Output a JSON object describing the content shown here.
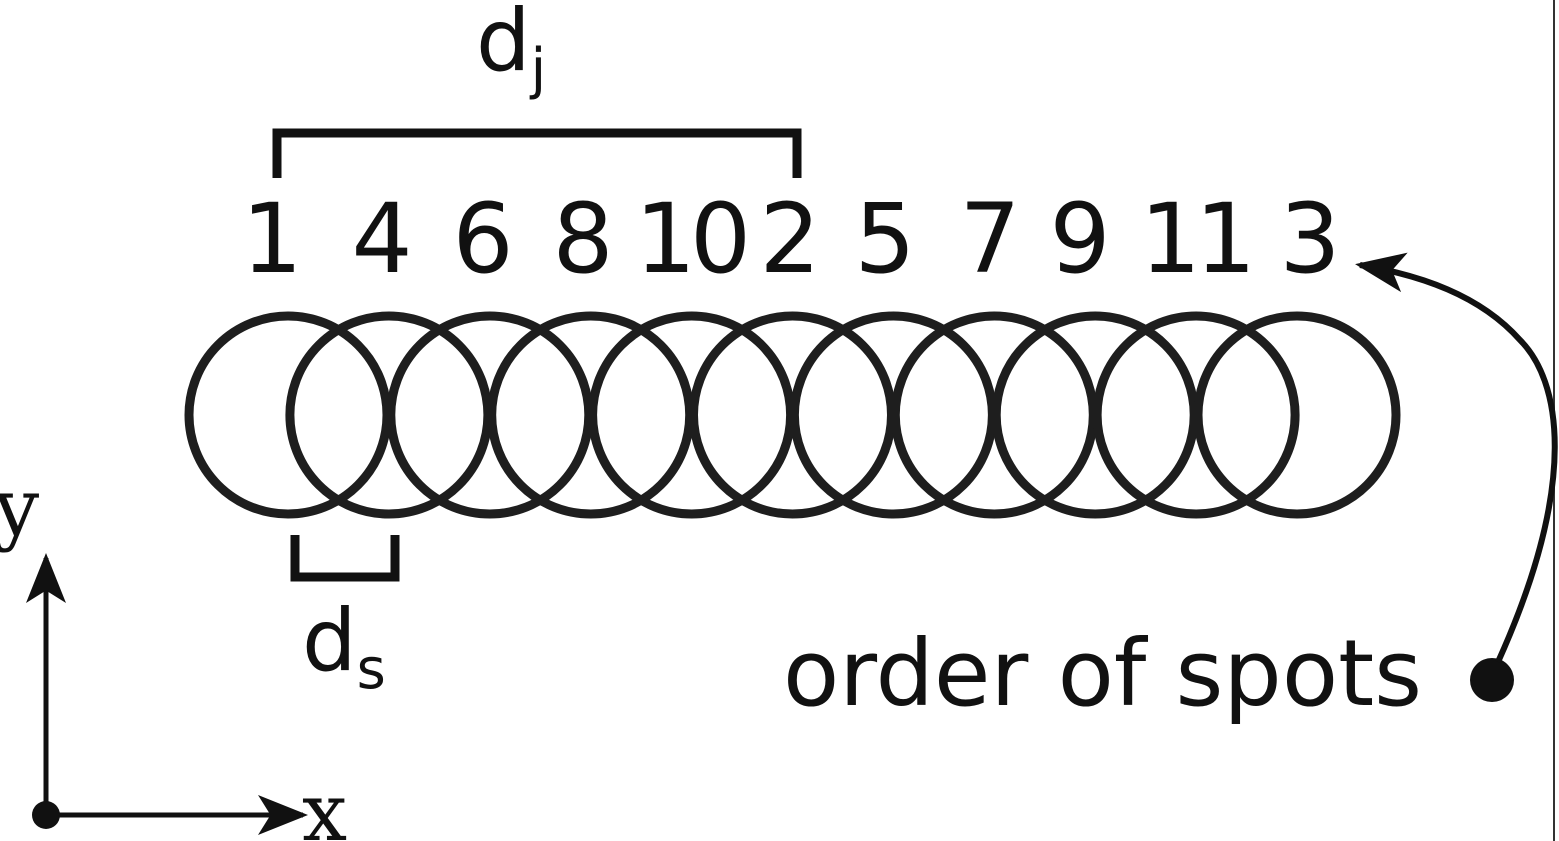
{
  "spot_order_labels": [
    "1",
    "4",
    "6",
    "8",
    "10",
    "2",
    "5",
    "7",
    "9",
    "11",
    "3"
  ],
  "spot_count": 11,
  "jump_label": {
    "main": "d",
    "sub": "j"
  },
  "spacing_label": {
    "main": "d",
    "sub": "s"
  },
  "order_caption": "order of spots",
  "axes": {
    "x": "x",
    "y": "y"
  },
  "colors": {
    "stroke": "#1e1e1e",
    "text": "#111111",
    "background": "#ffffff"
  }
}
